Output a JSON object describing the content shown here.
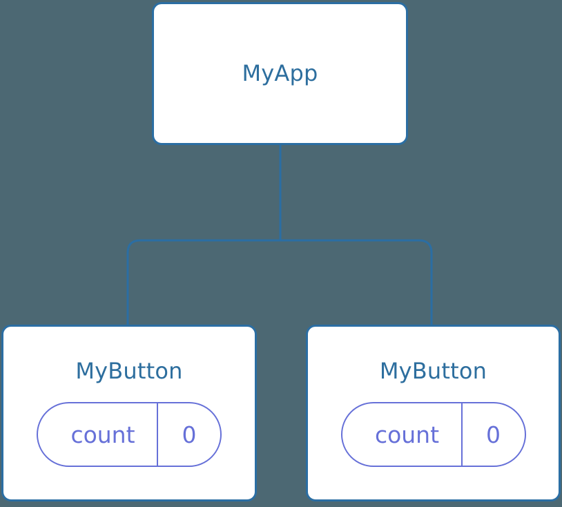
{
  "diagram": {
    "title": "component-tree",
    "background_color": "#4c6873",
    "node_border_color": "#2b6ea3",
    "node_fill_color": "#ffffff",
    "node_text_color": "#2d6e9e",
    "state_accent_color": "#6670d8",
    "edge_color": "#2b6ea3"
  },
  "nodes": [
    {
      "id": "myapp",
      "label": "MyApp",
      "state": null
    },
    {
      "id": "mybutton-1",
      "label": "MyButton",
      "state": {
        "key": "count",
        "value": "0"
      }
    },
    {
      "id": "mybutton-2",
      "label": "MyButton",
      "state": {
        "key": "count",
        "value": "0"
      }
    }
  ],
  "edges": [
    {
      "from": "myapp",
      "to": "mybutton-1"
    },
    {
      "from": "myapp",
      "to": "mybutton-2"
    }
  ]
}
